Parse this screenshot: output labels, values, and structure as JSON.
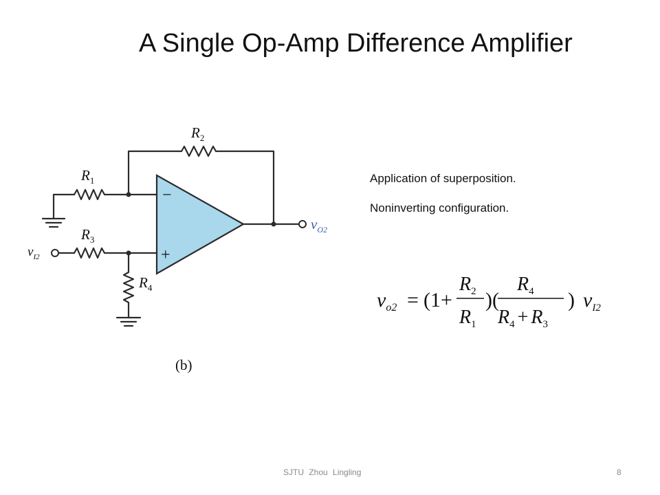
{
  "slide": {
    "title": "A Single Op-Amp Difference Amplifier",
    "bullets": [
      "Application of superposition.",
      "Noninverting configuration."
    ],
    "footer": {
      "text": "SJTU   Zhou Lingling",
      "page_number": "8"
    }
  },
  "circuit": {
    "resistors": [
      {
        "name": "R",
        "sub": "1"
      },
      {
        "name": "R",
        "sub": "2"
      },
      {
        "name": "R",
        "sub": "3"
      },
      {
        "name": "R",
        "sub": "4"
      }
    ],
    "inverting_sign": "−",
    "noninverting_sign": "+",
    "output_label": {
      "v": "v",
      "sub": "O2"
    },
    "input_label": {
      "v": "v",
      "sub": "I2"
    },
    "caption": "(b)",
    "opamp_fill": "#a9d8ec"
  },
  "equation": {
    "lhs": {
      "v": "v",
      "sub": "o2"
    },
    "eq": "=",
    "one_plus": "(1+",
    "frac1": {
      "num": "R",
      "num_sub": "2",
      "den": "R",
      "den_sub": "1"
    },
    "mid": ")(",
    "frac2": {
      "num": "R",
      "num_sub": "4",
      "den_a": "R",
      "den_a_sub": "4",
      "plus": "+",
      "den_b": "R",
      "den_b_sub": "3"
    },
    "close": ")",
    "rhs": {
      "v": "v",
      "sub": "I2"
    }
  }
}
